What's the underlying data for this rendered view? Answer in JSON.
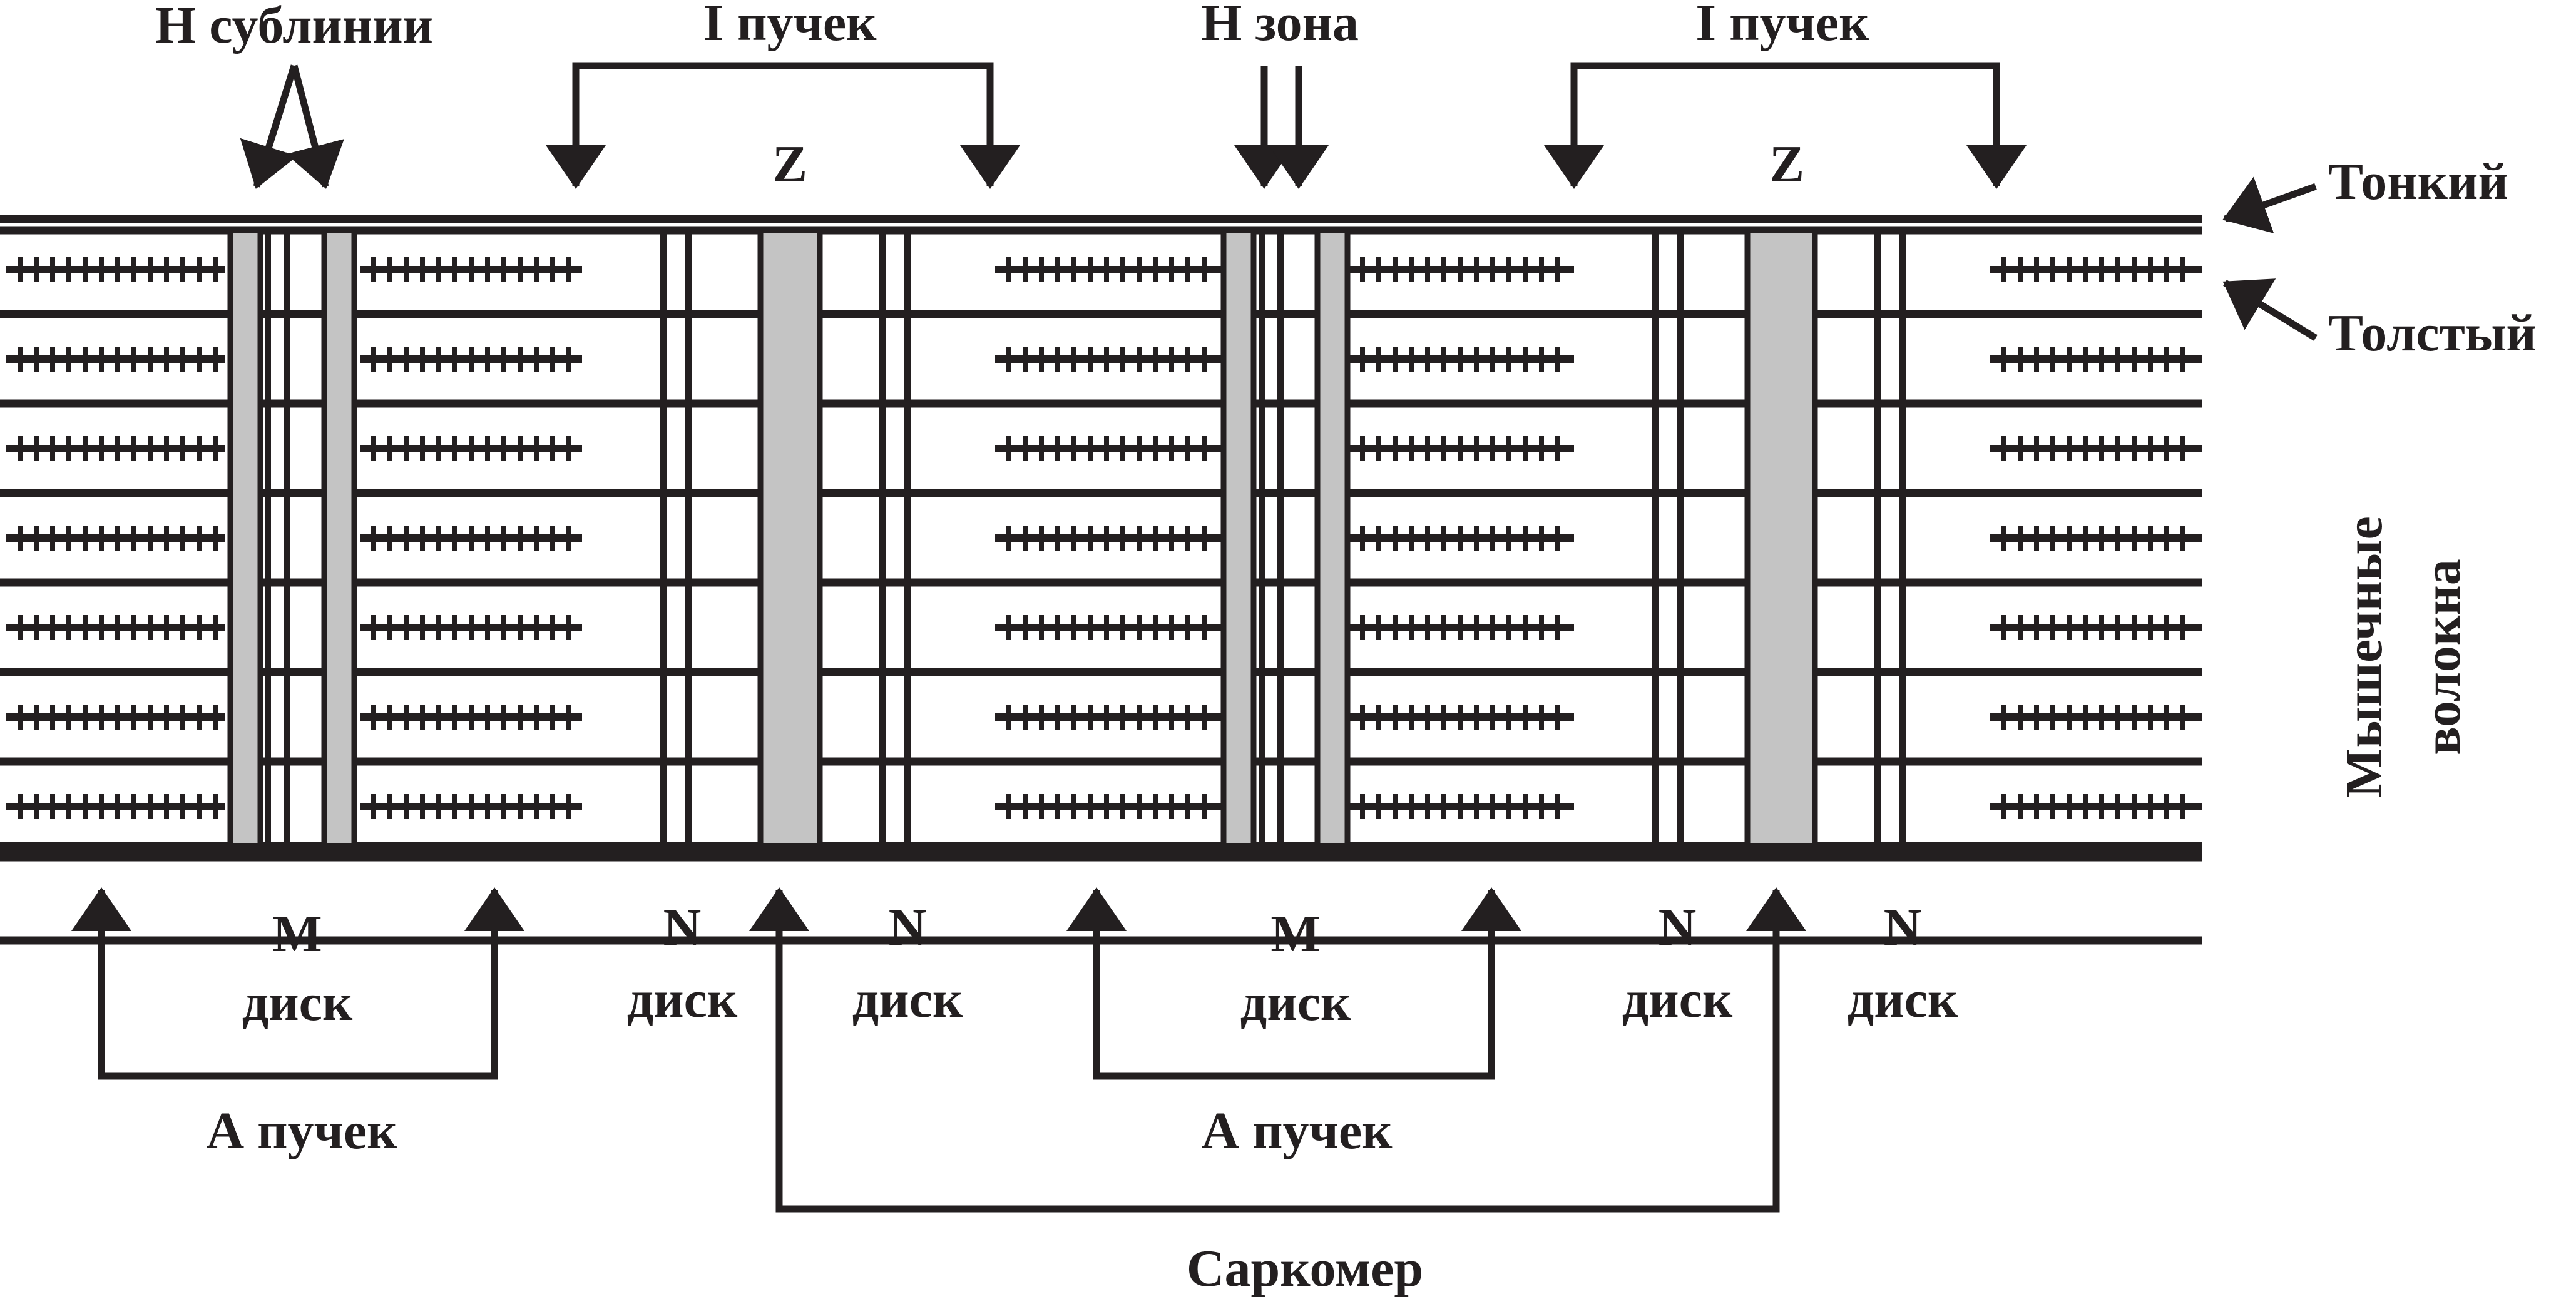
{
  "colors": {
    "ink": "#231f20",
    "band_fill": "#c4c4c4",
    "background": "#ffffff"
  },
  "labels": {
    "h_sublines": "Н сублинии",
    "i_band_1": "I пучек",
    "h_zone": "Н зона",
    "i_band_2": "I пучек",
    "z_1": "Z",
    "z_2": "Z",
    "thin": "Тонкий",
    "thick": "Толстый",
    "muscle_fibers_line1": "Мышечные",
    "muscle_fibers_line2": "волокна",
    "m_1": "M",
    "m_disk_1": "диск",
    "n_1": "N",
    "n_disk_1": "диск",
    "n_2": "N",
    "n_disk_2": "диск",
    "m_2": "M",
    "m_disk_2": "диск",
    "n_3": "N",
    "n_disk_3": "диск",
    "n_4": "N",
    "n_disk_4": "диск",
    "a_band_1": "А пучек",
    "a_band_2": "А пучек",
    "sarcomere": "Саркомер"
  }
}
